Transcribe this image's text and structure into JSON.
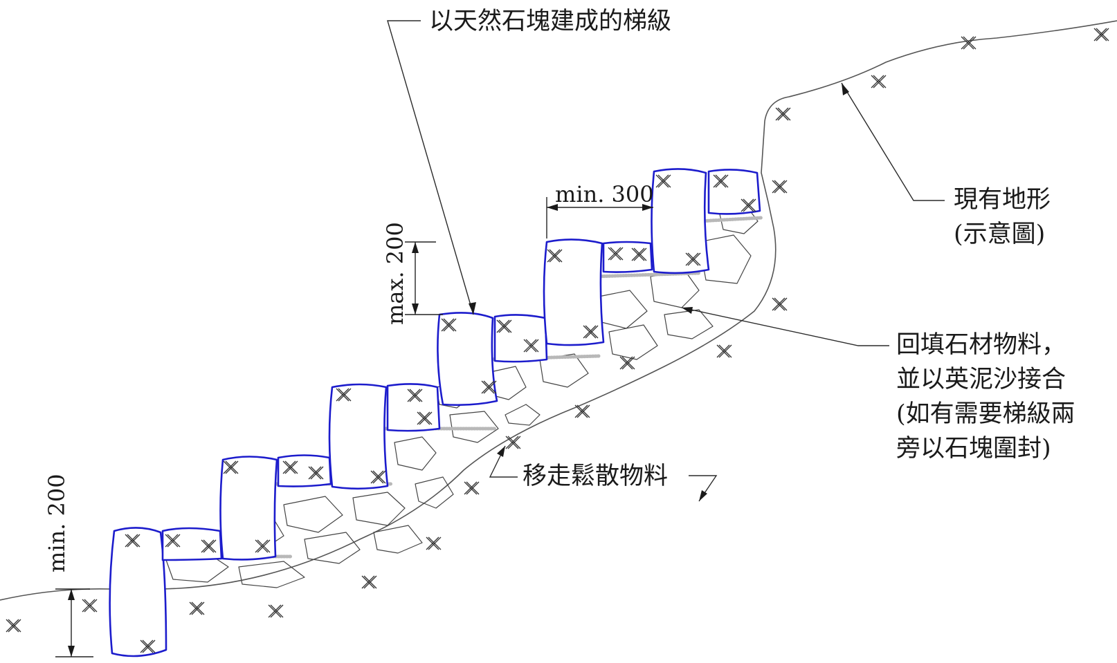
{
  "labels": {
    "steps": "以天然石塊建成的梯級",
    "terrain_line1": "現有地形",
    "terrain_line2": "(示意圖)",
    "backfill_line1": "回填石材物料，",
    "backfill_line2": "並以英泥沙接合",
    "backfill_line3": "(如有需要梯級兩",
    "backfill_line4": "旁以石塊圍封)",
    "remove_loose": "移走鬆散物料"
  },
  "dimensions": {
    "tread": "min. 300",
    "riser": "max. 200",
    "embed": "min. 200"
  },
  "colors": {
    "stone_outline": "#1c1ccc",
    "line": "#2a2a2a",
    "mortar": "#b8b8b8"
  }
}
